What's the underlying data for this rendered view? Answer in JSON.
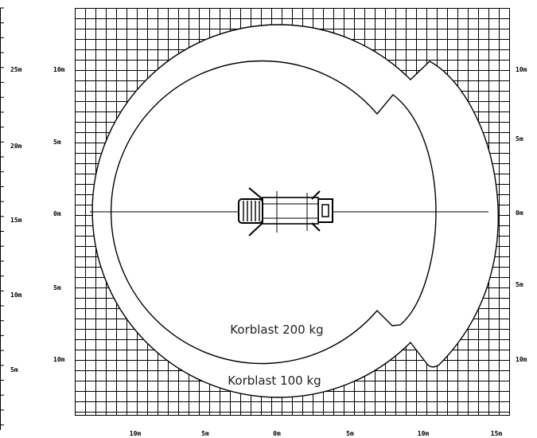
{
  "labels": {
    "inner_zone": "Korblast 200 kg",
    "outer_zone": "Korblast 100 kg"
  },
  "left_height_axis": [
    "25m",
    "20m",
    "15m",
    "10m",
    "5m"
  ],
  "left_offset_axis": [
    "10m",
    "5m",
    "0m",
    "5m",
    "10m"
  ],
  "right_offset_axis": [
    "10m",
    "5m",
    "0m",
    "5m",
    "10m"
  ],
  "bottom_axis": [
    "10m",
    "5m",
    "0m",
    "5m",
    "10m",
    "15m"
  ],
  "colors": {
    "line": "#000000",
    "grid": "#000000",
    "background": "#ffffff"
  }
}
